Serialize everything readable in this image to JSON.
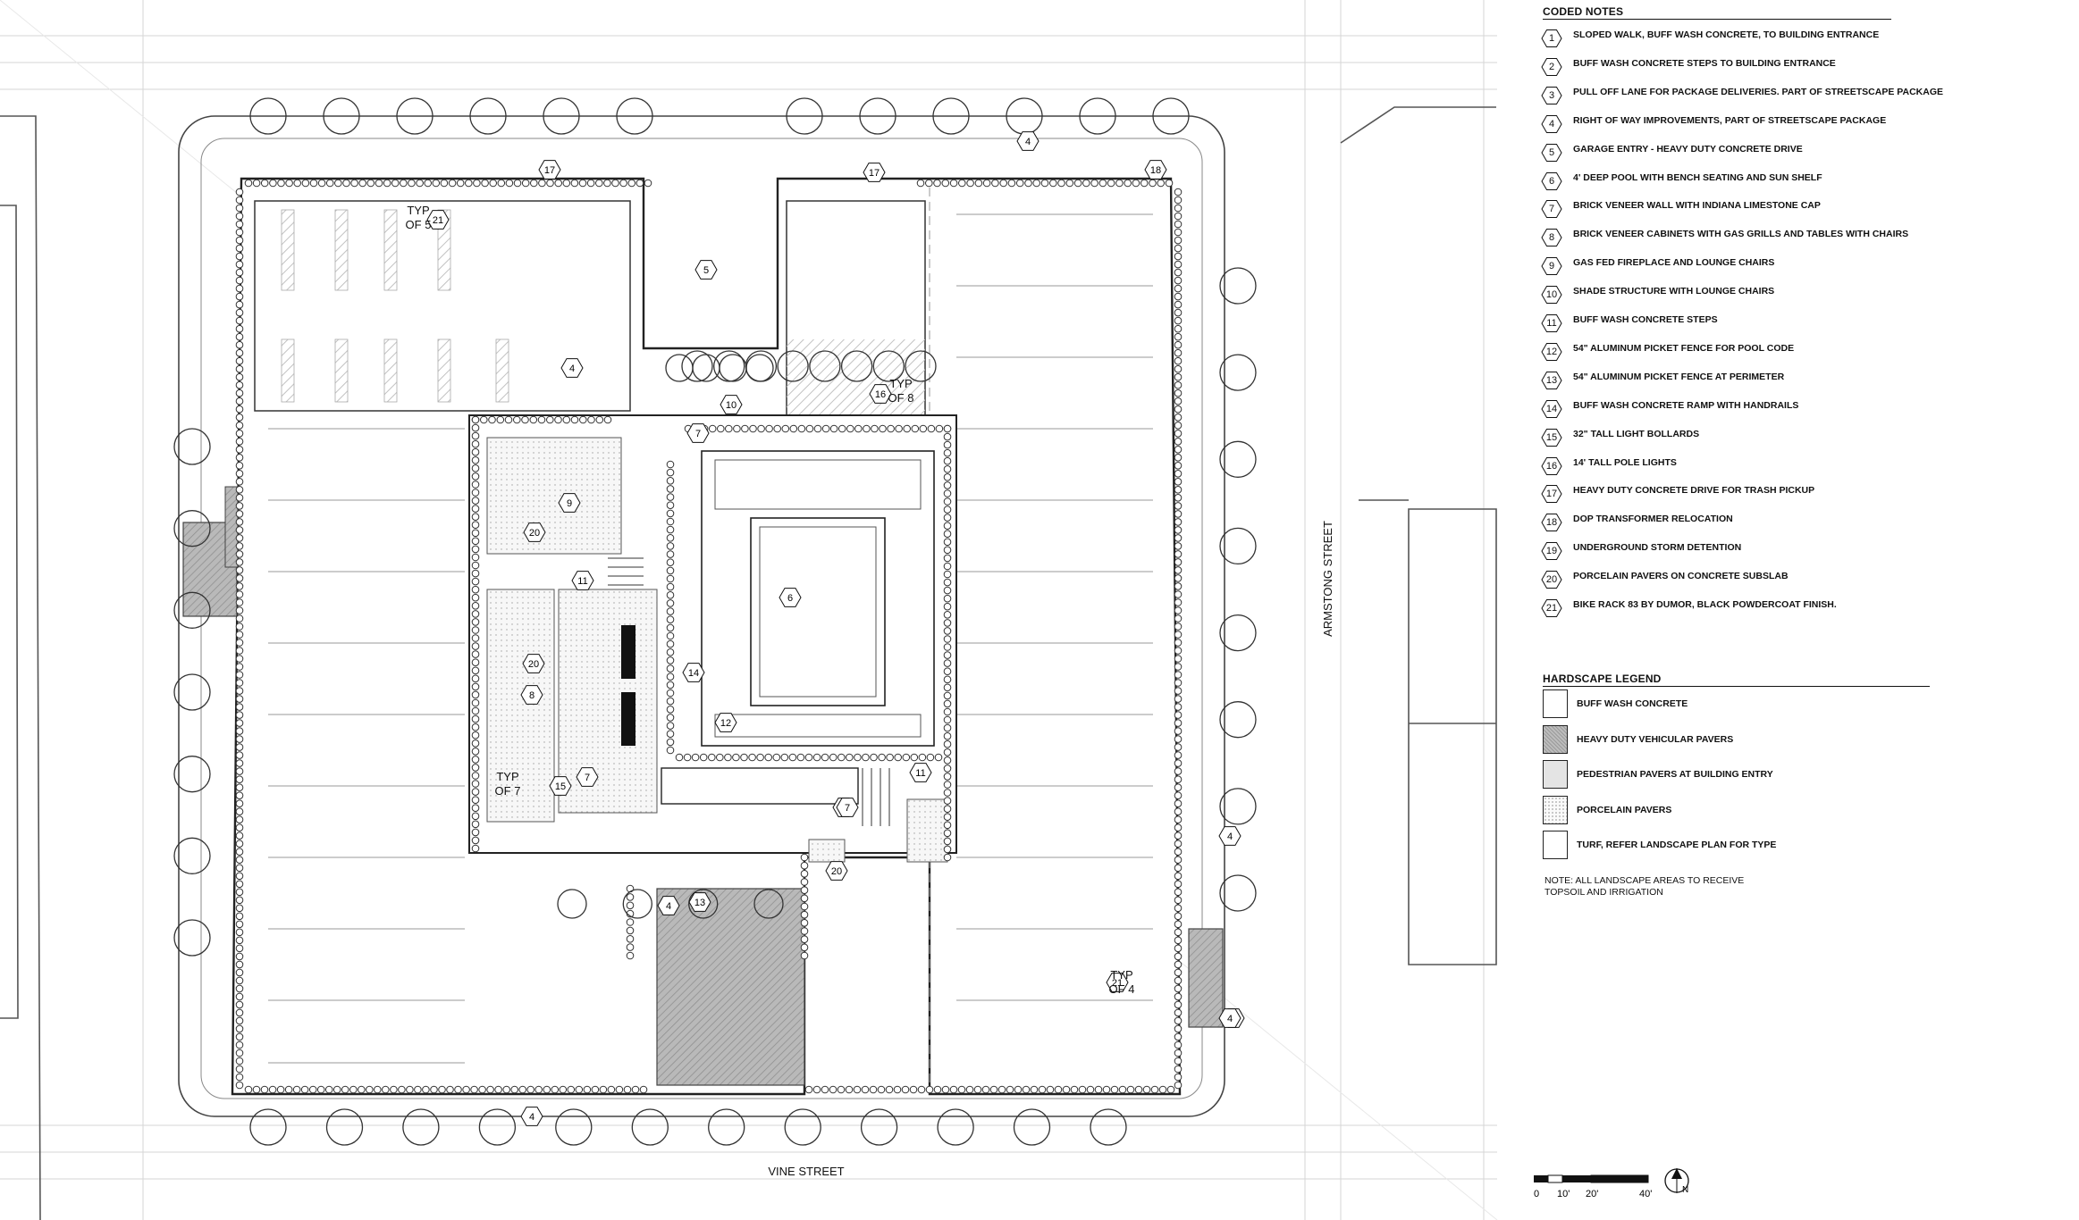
{
  "streets": {
    "south": "VINE STREET",
    "east": "ARMSTONG STREET"
  },
  "plan_labels": {
    "typ_of_5_a": "TYP",
    "typ_of_5_b": "OF 5",
    "typ_of_8_a": "TYP",
    "typ_of_8_b": "OF 8",
    "typ_of_7_a": "TYP",
    "typ_of_7_b": "OF 7",
    "typ_of_4_a": "TYP",
    "typ_of_4_b": "OF 4"
  },
  "plan_callouts": [
    "21",
    "17",
    "5",
    "17",
    "18",
    "4",
    "4",
    "4",
    "4",
    "10",
    "4",
    "16",
    "7",
    "9",
    "20",
    "11",
    "6",
    "20",
    "8",
    "14",
    "12",
    "15",
    "7",
    "11",
    "7",
    "20",
    "13",
    "7",
    "4",
    "21",
    "4"
  ],
  "coded_notes": {
    "title": "CODED NOTES",
    "items": [
      {
        "num": "1",
        "text": "SLOPED WALK, BUFF WASH CONCRETE, TO BUILDING ENTRANCE"
      },
      {
        "num": "2",
        "text": "BUFF WASH CONCRETE STEPS TO BUILDING ENTRANCE"
      },
      {
        "num": "3",
        "text": "PULL OFF LANE FOR PACKAGE DELIVERIES. PART OF STREETSCAPE PACKAGE"
      },
      {
        "num": "4",
        "text": "RIGHT OF WAY IMPROVEMENTS, PART OF STREETSCAPE PACKAGE"
      },
      {
        "num": "5",
        "text": "GARAGE ENTRY - HEAVY DUTY CONCRETE DRIVE"
      },
      {
        "num": "6",
        "text": "4' DEEP POOL WITH BENCH SEATING AND SUN SHELF"
      },
      {
        "num": "7",
        "text": "BRICK VENEER WALL WITH INDIANA LIMESTONE CAP"
      },
      {
        "num": "8",
        "text": "BRICK VENEER CABINETS WITH GAS GRILLS AND TABLES WITH CHAIRS"
      },
      {
        "num": "9",
        "text": "GAS FED FIREPLACE AND LOUNGE CHAIRS"
      },
      {
        "num": "10",
        "text": "SHADE STRUCTURE WITH LOUNGE CHAIRS"
      },
      {
        "num": "11",
        "text": "BUFF WASH CONCRETE STEPS"
      },
      {
        "num": "12",
        "text": "54\" ALUMINUM PICKET FENCE FOR POOL CODE"
      },
      {
        "num": "13",
        "text": "54\" ALUMINUM PICKET FENCE AT PERIMETER"
      },
      {
        "num": "14",
        "text": "BUFF WASH CONCRETE RAMP WITH HANDRAILS"
      },
      {
        "num": "15",
        "text": "32\" TALL LIGHT BOLLARDS"
      },
      {
        "num": "16",
        "text": "14' TALL POLE LIGHTS"
      },
      {
        "num": "17",
        "text": "HEAVY DUTY CONCRETE DRIVE FOR TRASH PICKUP"
      },
      {
        "num": "18",
        "text": "DOP TRANSFORMER RELOCATION"
      },
      {
        "num": "19",
        "text": "UNDERGROUND STORM DETENTION"
      },
      {
        "num": "20",
        "text": "PORCELAIN PAVERS ON CONCRETE SUBSLAB"
      },
      {
        "num": "21",
        "text": "BIKE RACK 83 BY DUMOR, BLACK POWDERCOAT FINISH."
      }
    ]
  },
  "hardscape_legend": {
    "title": "HARDSCAPE LEGEND",
    "items": [
      {
        "pattern": "buff",
        "label": "BUFF WASH CONCRETE"
      },
      {
        "pattern": "heavy",
        "label": "HEAVY DUTY VEHICULAR PAVERS"
      },
      {
        "pattern": "ped",
        "label": "PEDESTRIAN PAVERS AT BUILDING ENTRY"
      },
      {
        "pattern": "porc",
        "label": "PORCELAIN PAVERS"
      },
      {
        "pattern": "turf",
        "label": "TURF, REFER LANDSCAPE PLAN FOR TYPE"
      }
    ]
  },
  "general_note": "NOTE:  ALL LANDSCAPE AREAS TO RECEIVE TOPSOIL AND IRRIGATION",
  "scale": {
    "ticks": [
      "0",
      "10'",
      "20'",
      "40'"
    ],
    "north": "N"
  }
}
